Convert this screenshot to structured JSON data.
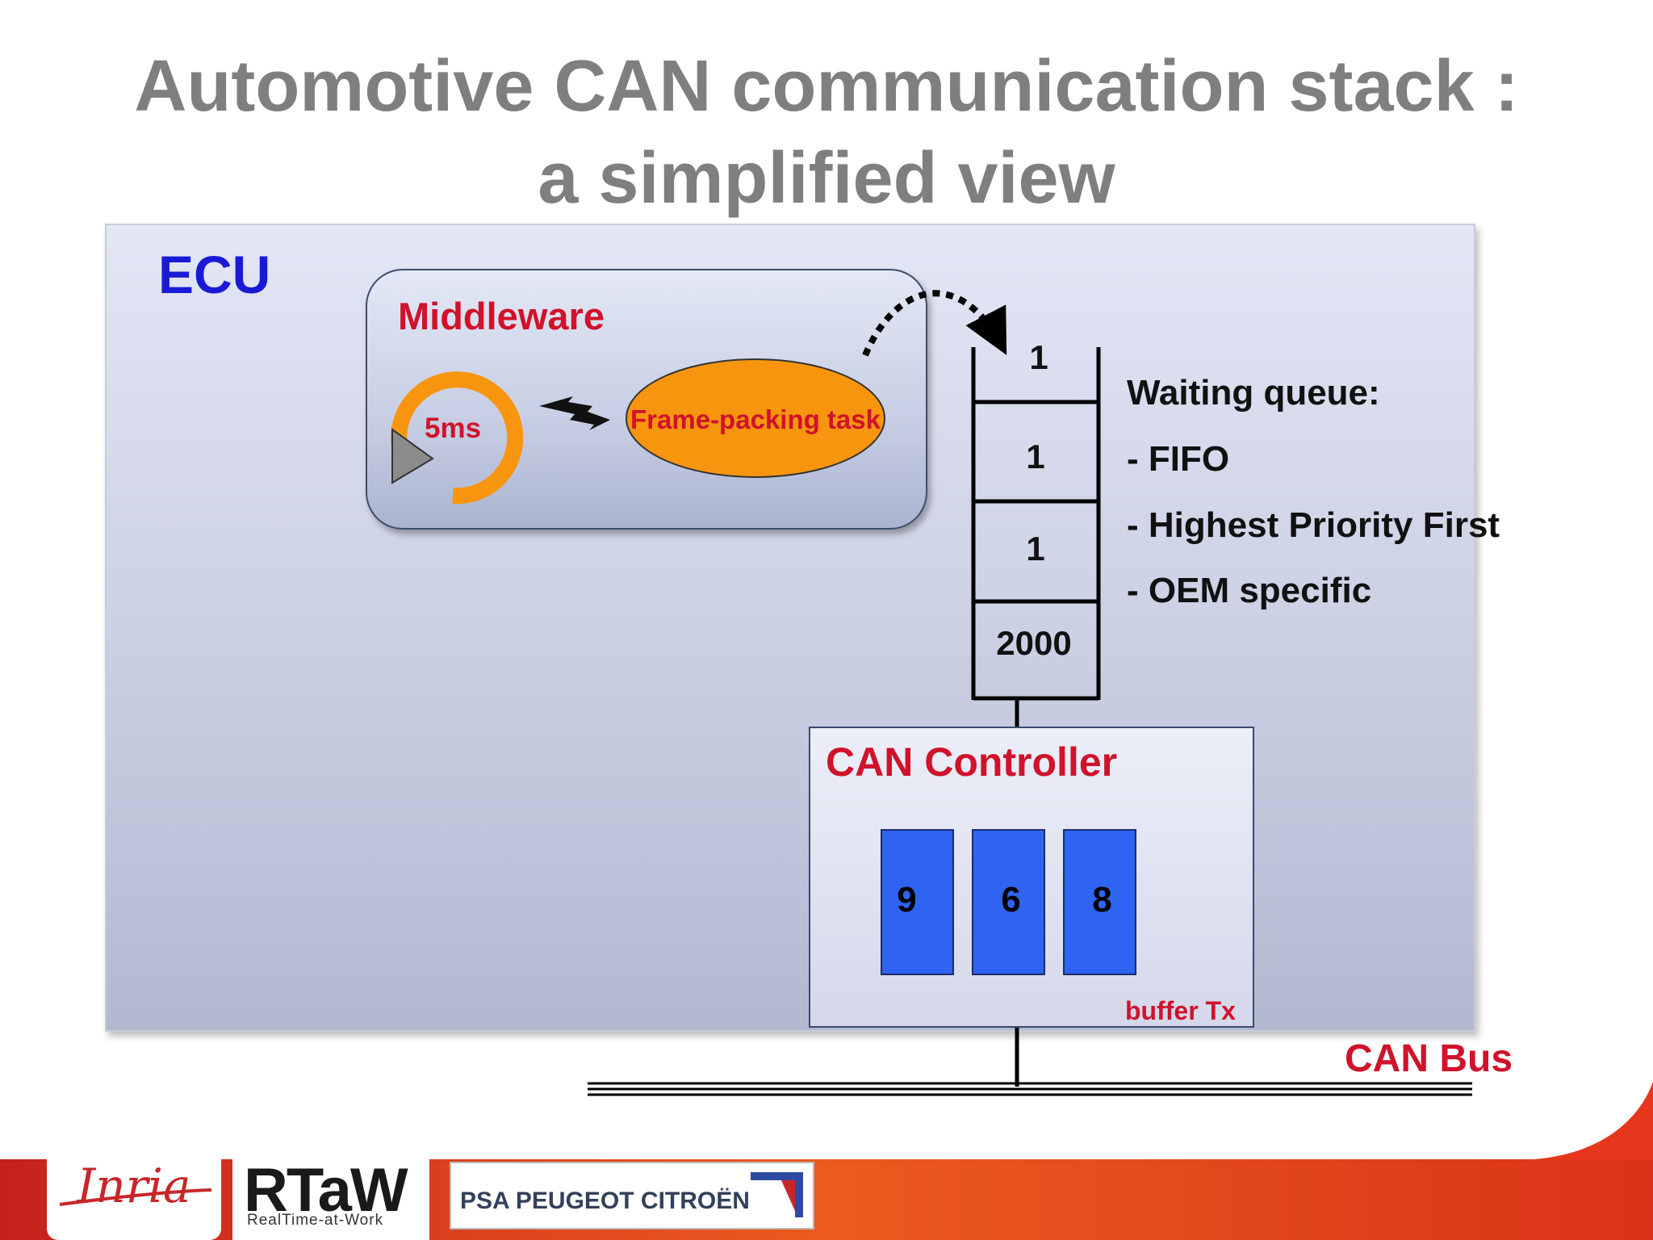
{
  "slide": {
    "title_line1": "Automotive CAN communication stack :",
    "title_line2": "a simplified view"
  },
  "ecu": {
    "label": "ECU"
  },
  "middleware": {
    "label": "Middleware",
    "period": "5ms",
    "task": "Frame-packing task"
  },
  "queue": {
    "values": [
      "1",
      "1",
      "1",
      "2000"
    ],
    "heading": "Waiting queue:",
    "policies": [
      "- FIFO",
      "- Highest Priority First",
      "- OEM specific"
    ]
  },
  "controller": {
    "label": "CAN Controller",
    "buffers": [
      "9",
      "6",
      "8"
    ],
    "buffer_label": "buffer Tx"
  },
  "bus": {
    "label": "CAN Bus"
  },
  "footer": {
    "logos": {
      "inria": "Inria",
      "rtaw": "RTaW",
      "rtaw_sub": "RealTime-at-Work",
      "psa": "PSA PEUGEOT CITROËN"
    }
  },
  "colors": {
    "title": "#7f7f7f",
    "ecu_label": "#1a1ad6",
    "accent_red": "#d0122a",
    "task_fill": "#f7960e",
    "buffer_fill": "#2f63f2"
  },
  "icons": {
    "cycle": "circular-arrow-icon",
    "activation": "lightning-arrow-icon",
    "flow": "dotted-curved-arrow-icon"
  }
}
